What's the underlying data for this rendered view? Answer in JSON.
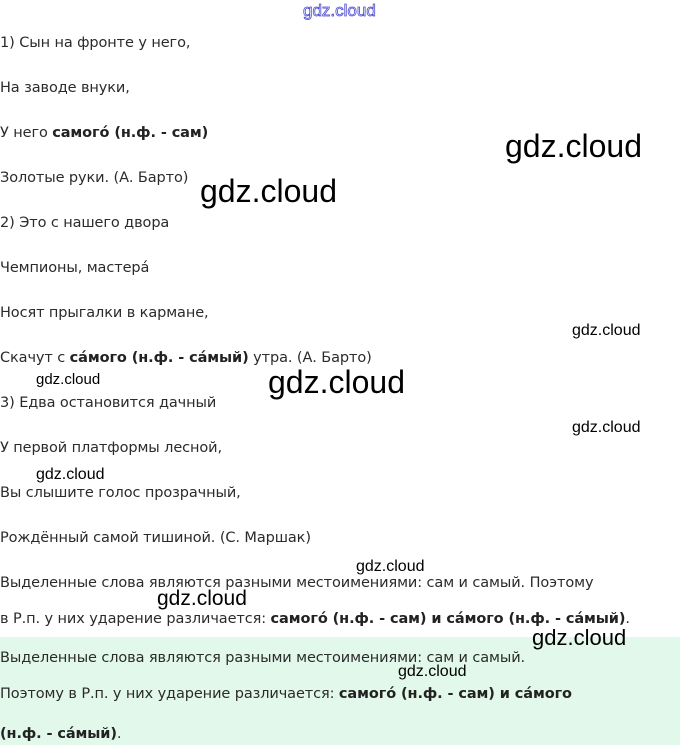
{
  "watermark": "gdz.cloud",
  "lines": [
    [
      {
        "t": "1) Сын на фронте у него,"
      }
    ],
    [
      {
        "t": "На заводе внуки,"
      }
    ],
    [
      {
        "t": "У него "
      },
      {
        "t": "самого́ (н.ф. - сам)",
        "b": true
      }
    ],
    [
      {
        "t": "Золотые руки. (А. Барто)"
      }
    ],
    [
      {
        "t": "2) Это с нашего двора"
      }
    ],
    [
      {
        "t": "Чемпионы, мастера́"
      }
    ],
    [
      {
        "t": "Носят прыгалки в кармане,"
      }
    ],
    [
      {
        "t": "Скачут с "
      },
      {
        "t": "са́мого (н.ф. - са́мый)",
        "b": true
      },
      {
        "t": " утра. (А. Барто)"
      }
    ],
    [
      {
        "t": "3) Едва остановится дачный"
      }
    ],
    [
      {
        "t": "У первой платформы лесной,"
      }
    ],
    [
      {
        "t": "Вы слышите голос прозрачный,"
      }
    ],
    [
      {
        "t": "Рождённый самой тишиной. (С. Маршак)"
      }
    ],
    [
      {
        "t": "Выделенные слова являются разными местоимениями: сам и самый. Поэтому"
      }
    ],
    [
      {
        "t": "в Р.п. у них ударение различается: "
      },
      {
        "t": "самого́ (н.ф. - сам) и са́мого (н.ф. - са́мый)",
        "b": true
      },
      {
        "t": "."
      }
    ]
  ],
  "answer_lines": [
    [
      {
        "t": "Выделенные слова являются разными местоимениями: сам и самый."
      }
    ],
    [
      {
        "t": "Поэтому в Р.п. у них ударение различается: "
      },
      {
        "t": "самого́ (н.ф. - сам) и са́мого",
        "b": true
      }
    ],
    [
      {
        "t": "(н.ф. - са́мый)",
        "b": true
      },
      {
        "t": "."
      }
    ]
  ],
  "colors": {
    "answer_background": "#e2f8ea",
    "watermark_outline": "#4a4ad0"
  }
}
